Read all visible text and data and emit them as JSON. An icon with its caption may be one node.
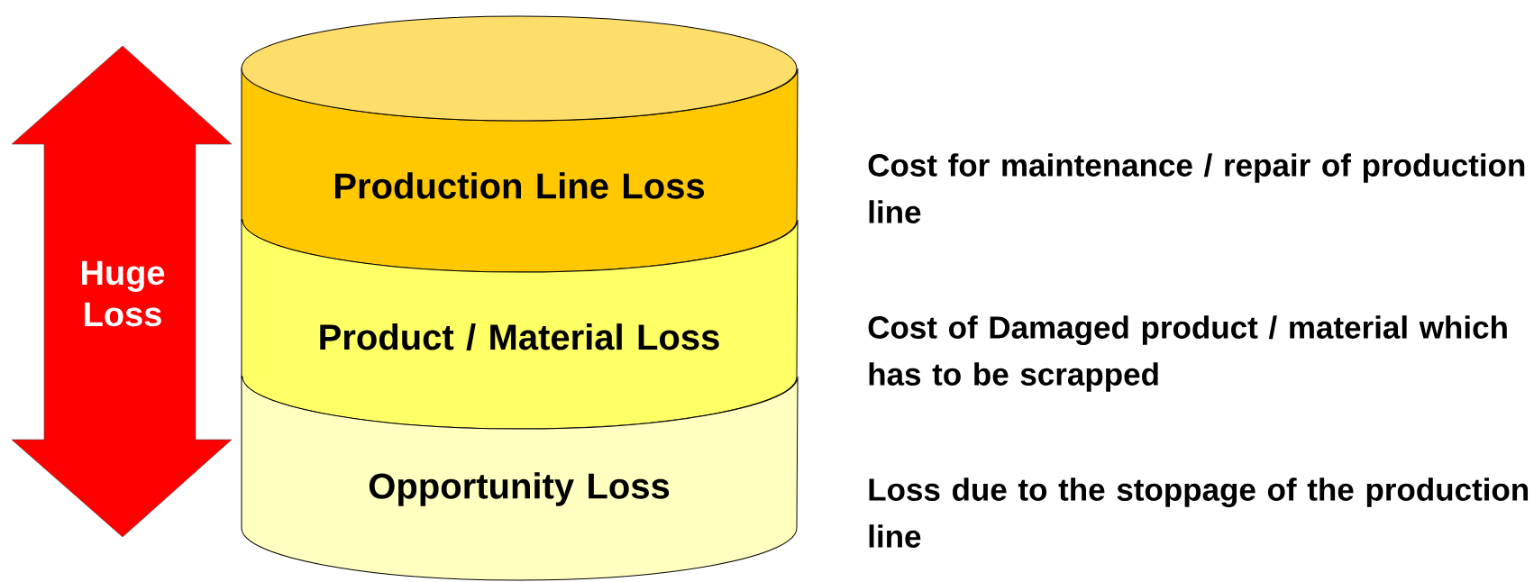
{
  "diagram": {
    "nodes": [
      {
        "text": [
          "Huge Loss"
        ]
      },
      {
        "text": [
          "Production Line Loss"
        ],
        "beside": [
          "Cost for maintenance / repair of production line"
        ]
      },
      {
        "text": [
          "Product / Material Loss"
        ],
        "beside": [
          "Cost of Damaged product / material which has to be scrapped"
        ]
      },
      {
        "text": [
          "Opportunity Loss"
        ],
        "beside": [
          "Loss due to the stoppage of the production line"
        ]
      }
    ]
  }
}
